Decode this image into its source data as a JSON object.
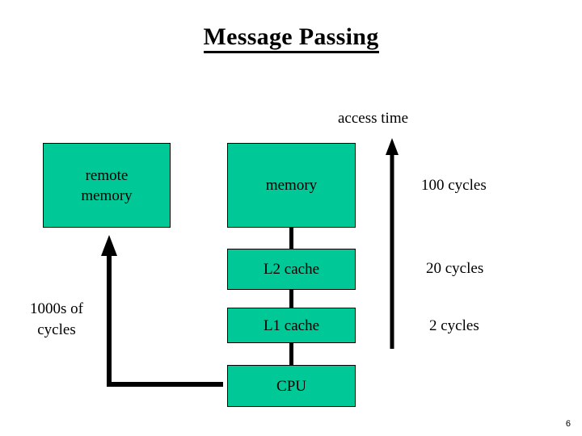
{
  "slide": {
    "title": "Message Passing",
    "page_number": "6",
    "background_color": "#ffffff",
    "box_fill_color": "#00c896",
    "box_border_color": "#000000",
    "text_color": "#000000"
  },
  "diagram": {
    "boxes": [
      {
        "id": "remote-memory",
        "label": "remote\nmemory",
        "line1": "remote",
        "line2": "memory"
      },
      {
        "id": "memory",
        "label": "memory"
      },
      {
        "id": "l2-cache",
        "label": "L2 cache"
      },
      {
        "id": "l1-cache",
        "label": "L1 cache"
      },
      {
        "id": "cpu",
        "label": "CPU"
      }
    ],
    "axis_label": "access time",
    "latency_labels": [
      {
        "for": "memory",
        "text": "100 cycles"
      },
      {
        "for": "l2-cache",
        "text": "20 cycles"
      },
      {
        "for": "l1-cache",
        "text": "2 cycles"
      }
    ],
    "remote_latency": {
      "line1": "1000s of",
      "line2": "cycles"
    },
    "arrows": [
      {
        "id": "access-time-arrow",
        "direction": "up",
        "semantic": "increasing access time"
      },
      {
        "id": "remote-memory-arrow",
        "direction": "up",
        "semantic": "cpu to remote memory path"
      }
    ]
  }
}
